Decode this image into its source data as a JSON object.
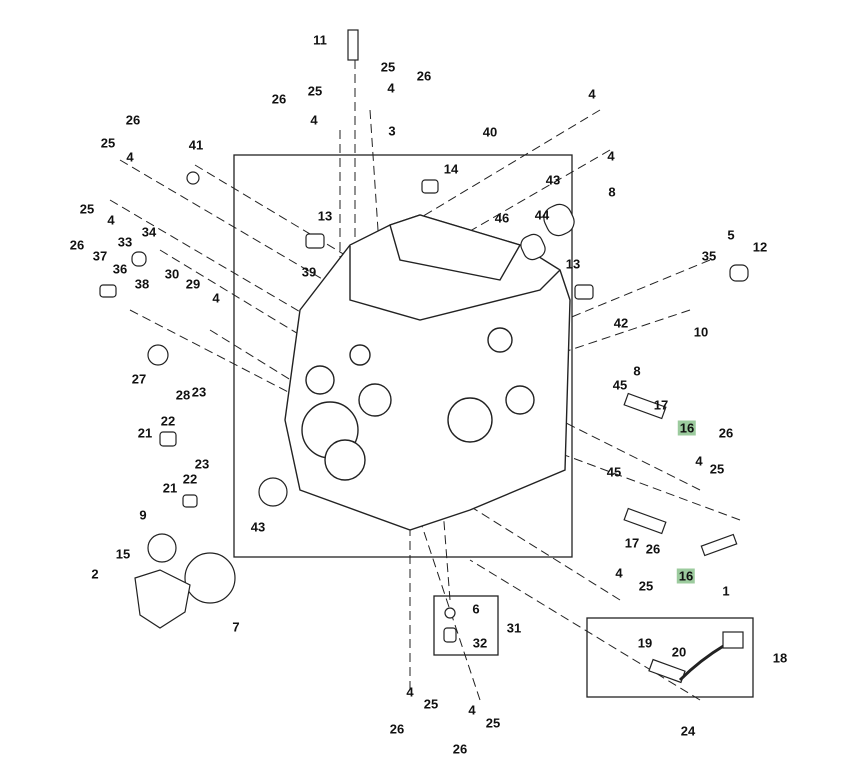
{
  "diagram": {
    "highlight_color": "#9ccb9e",
    "callouts": [
      "11",
      "25",
      "26",
      "4",
      "26",
      "25",
      "4",
      "3",
      "4",
      "4",
      "40",
      "26",
      "25",
      "4",
      "41",
      "25",
      "4",
      "26",
      "14",
      "43",
      "8",
      "13",
      "46",
      "44",
      "34",
      "33",
      "37",
      "36",
      "30",
      "29",
      "38",
      "4",
      "5",
      "12",
      "39",
      "13",
      "35",
      "10",
      "42",
      "27",
      "28",
      "23",
      "8",
      "45",
      "17",
      "16",
      "26",
      "22",
      "21",
      "4",
      "25",
      "23",
      "22",
      "21",
      "45",
      "9",
      "43",
      "17",
      "26",
      "16",
      "1",
      "15",
      "2",
      "7",
      "4",
      "25",
      "6",
      "31",
      "32",
      "19",
      "20",
      "18",
      "4",
      "25",
      "4",
      "25",
      "26",
      "24",
      "26"
    ]
  }
}
